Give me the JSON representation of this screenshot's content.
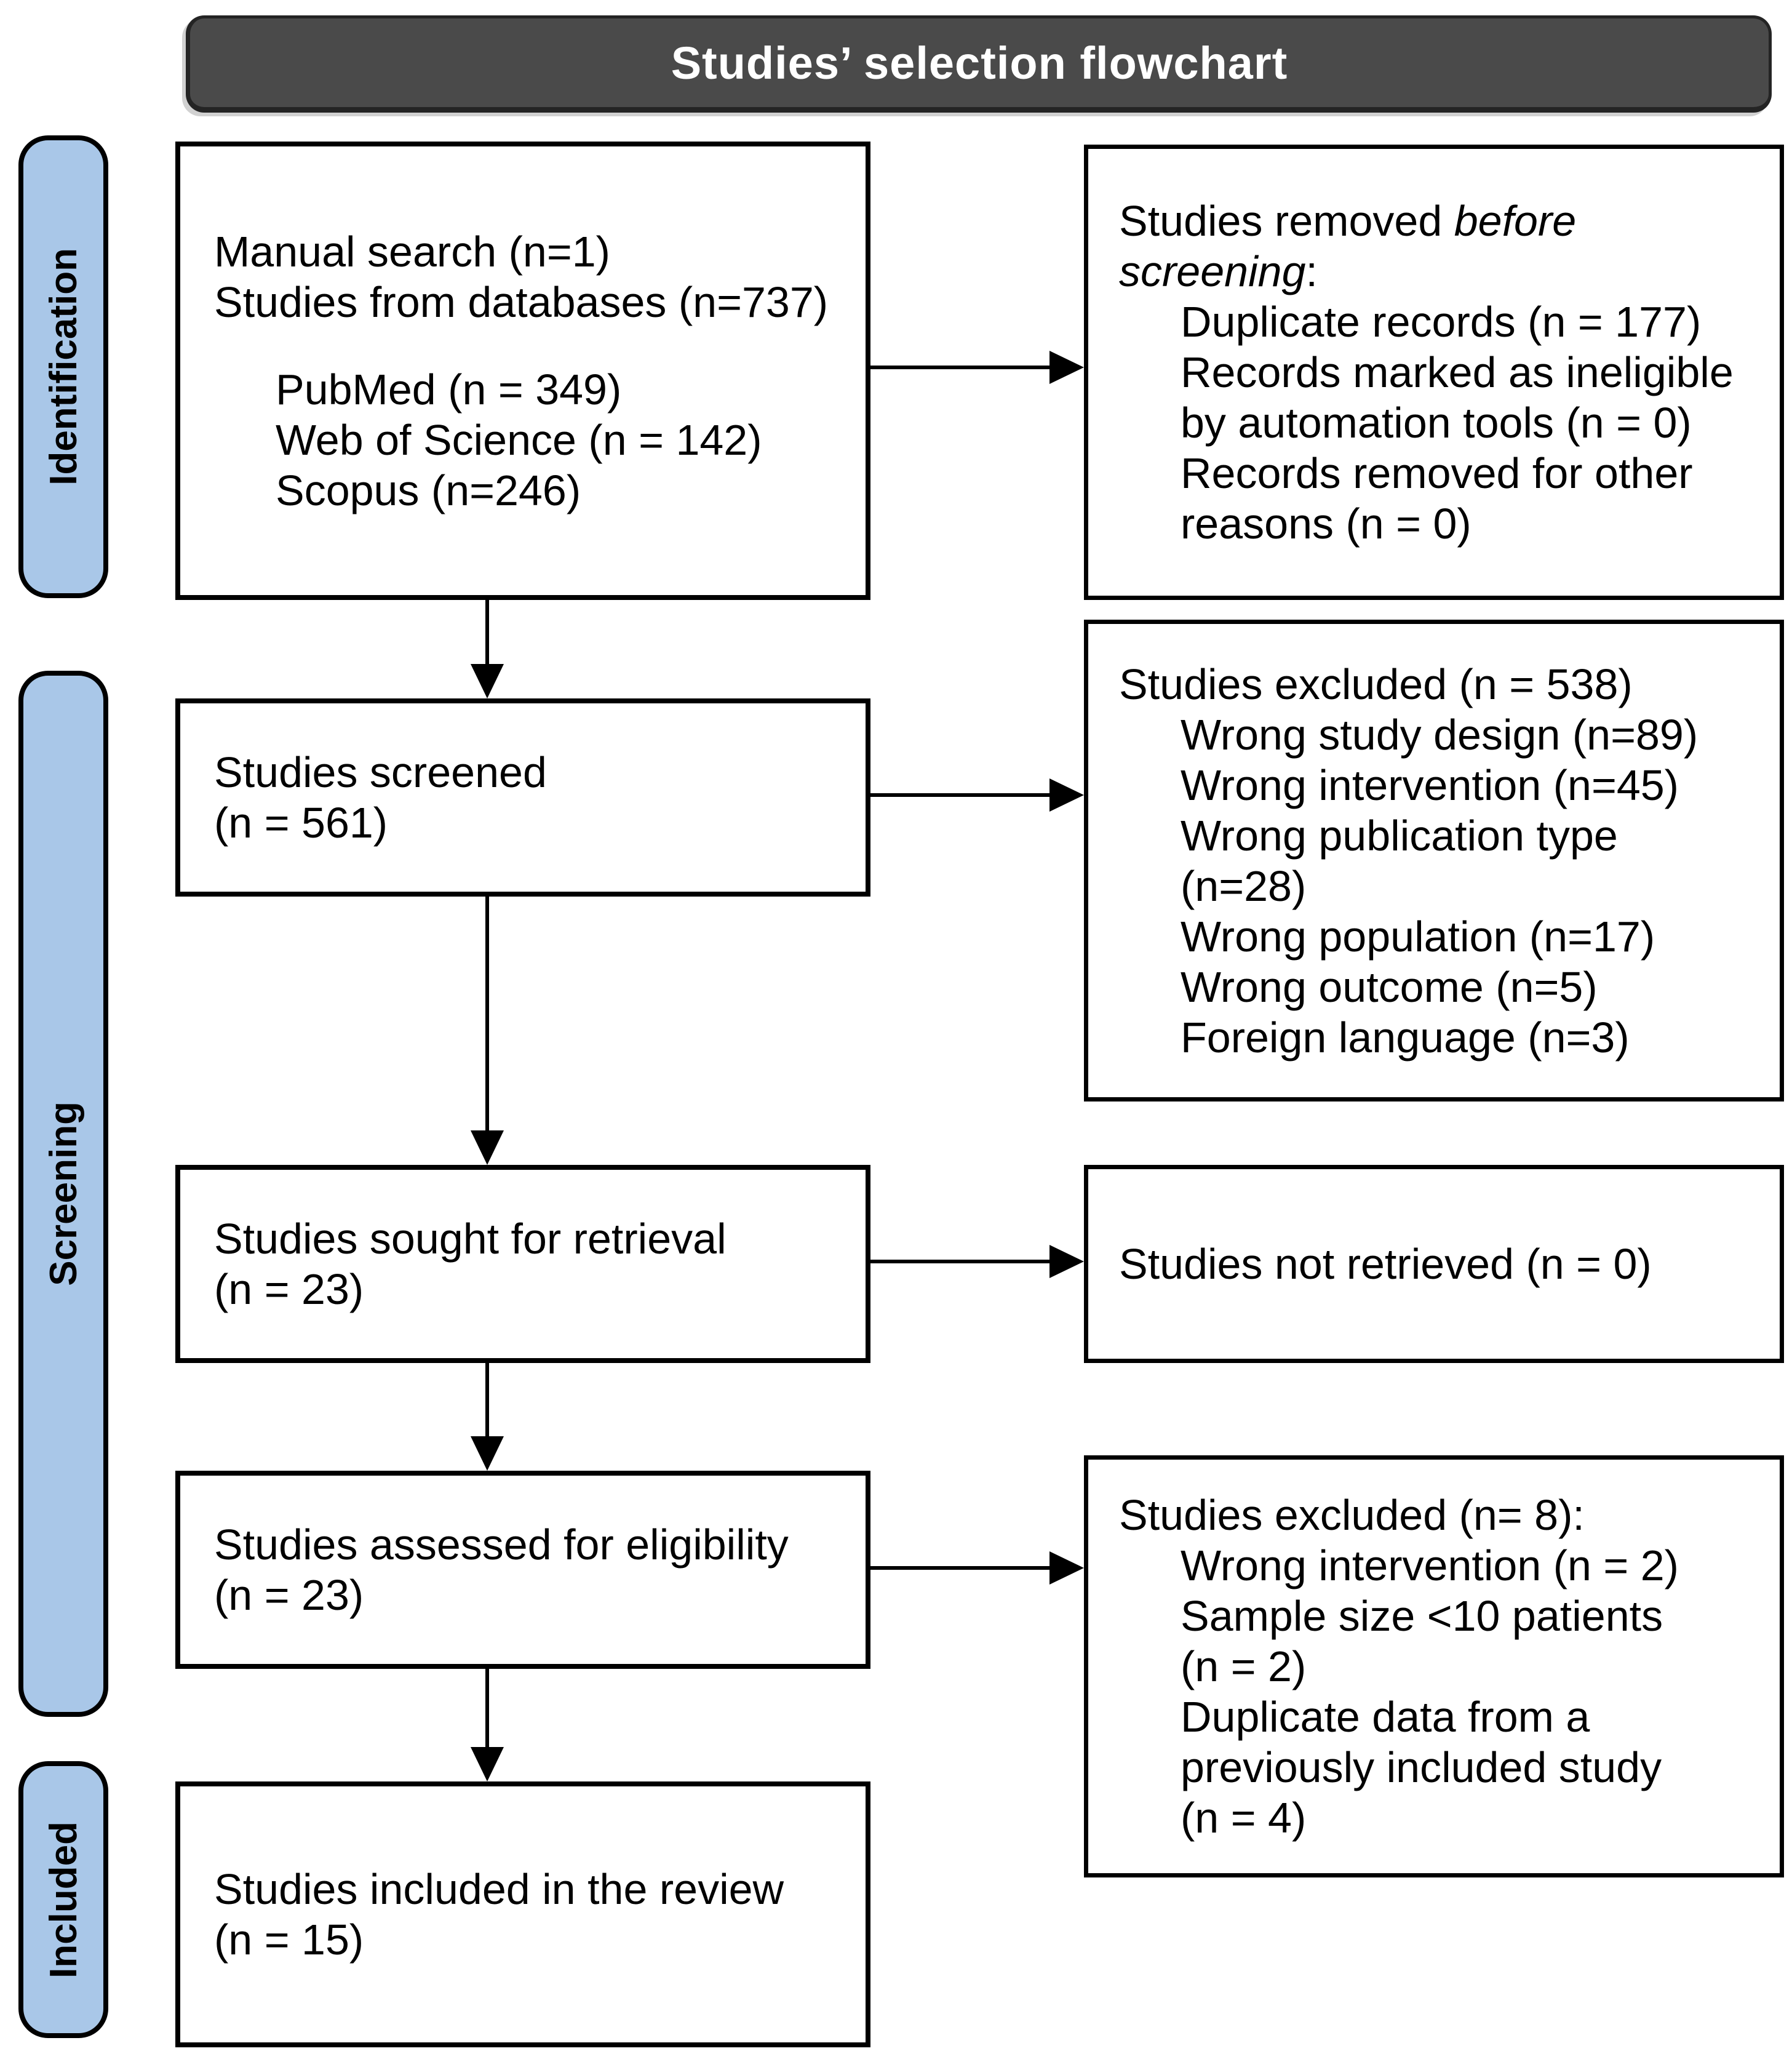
{
  "title": "Studies’ selection flowchart",
  "colors": {
    "stage_fill": "#a9c7e8",
    "title_bar": "#4a4a4a",
    "title_text": "#ffffff",
    "box_border": "#000000"
  },
  "stages": [
    {
      "id": "identification",
      "label": "Identification"
    },
    {
      "id": "screening",
      "label": "Screening"
    },
    {
      "id": "included",
      "label": "Included"
    }
  ],
  "boxes": {
    "sources": {
      "lines": [
        {
          "segments": [
            {
              "text": "Manual search (n=1)"
            }
          ]
        },
        {
          "segments": [
            {
              "text": "Studies from databases (n=737)"
            }
          ]
        },
        {
          "blank": true,
          "segments": []
        },
        {
          "indent": true,
          "segments": [
            {
              "text": "PubMed (n = 349)"
            }
          ]
        },
        {
          "indent": true,
          "segments": [
            {
              "text": "Web of Science (n = 142)"
            }
          ]
        },
        {
          "indent": true,
          "segments": [
            {
              "text": "Scopus (n=246)"
            }
          ]
        }
      ]
    },
    "removed_before_screening": {
      "lines": [
        {
          "segments": [
            {
              "text": "Studies removed "
            },
            {
              "text": "before screening",
              "italic": true
            },
            {
              "text": ":"
            }
          ]
        },
        {
          "indent": true,
          "segments": [
            {
              "text": "Duplicate records (n = 177)"
            }
          ]
        },
        {
          "indent": true,
          "segments": [
            {
              "text": "Records marked as ineligible by automation tools (n = 0)"
            }
          ]
        },
        {
          "indent": true,
          "segments": [
            {
              "text": "Records removed for other reasons (n = 0)"
            }
          ]
        }
      ]
    },
    "screened": {
      "lines": [
        {
          "segments": [
            {
              "text": "Studies screened"
            }
          ]
        },
        {
          "segments": [
            {
              "text": "(n = 561)"
            }
          ]
        }
      ]
    },
    "excluded_screening": {
      "lines": [
        {
          "segments": [
            {
              "text": "Studies excluded (n = 538)"
            }
          ]
        },
        {
          "indent": true,
          "segments": [
            {
              "text": "Wrong study design (n=89)"
            }
          ]
        },
        {
          "indent": true,
          "segments": [
            {
              "text": "Wrong intervention (n=45)"
            }
          ]
        },
        {
          "indent": true,
          "segments": [
            {
              "text": "Wrong publication type (n=28)"
            }
          ]
        },
        {
          "indent": true,
          "segments": [
            {
              "text": "Wrong population (n=17)"
            }
          ]
        },
        {
          "indent": true,
          "segments": [
            {
              "text": "Wrong outcome (n=5)"
            }
          ]
        },
        {
          "indent": true,
          "segments": [
            {
              "text": "Foreign language (n=3)"
            }
          ]
        }
      ]
    },
    "sought": {
      "lines": [
        {
          "segments": [
            {
              "text": "Studies sought for retrieval"
            }
          ]
        },
        {
          "segments": [
            {
              "text": "(n = 23)"
            }
          ]
        }
      ]
    },
    "not_retrieved": {
      "lines": [
        {
          "segments": [
            {
              "text": "Studies not retrieved (n = 0)"
            }
          ]
        }
      ]
    },
    "assessed": {
      "lines": [
        {
          "segments": [
            {
              "text": "Studies assessed for eligibility"
            }
          ]
        },
        {
          "segments": [
            {
              "text": "(n = 23)"
            }
          ]
        }
      ]
    },
    "excluded_eligibility": {
      "lines": [
        {
          "segments": [
            {
              "text": "Studies excluded (n= 8):"
            }
          ]
        },
        {
          "indent": true,
          "segments": [
            {
              "text": "Wrong intervention (n = 2)"
            }
          ]
        },
        {
          "indent": true,
          "segments": [
            {
              "text": "Sample size <10 patients (n = 2)"
            }
          ]
        },
        {
          "indent": true,
          "segments": [
            {
              "text": "Duplicate data from a previously included study (n = 4)"
            }
          ]
        }
      ]
    },
    "included_review": {
      "lines": [
        {
          "segments": [
            {
              "text": "Studies included in the review"
            }
          ]
        },
        {
          "segments": [
            {
              "text": "(n = 15)"
            }
          ]
        }
      ]
    }
  }
}
